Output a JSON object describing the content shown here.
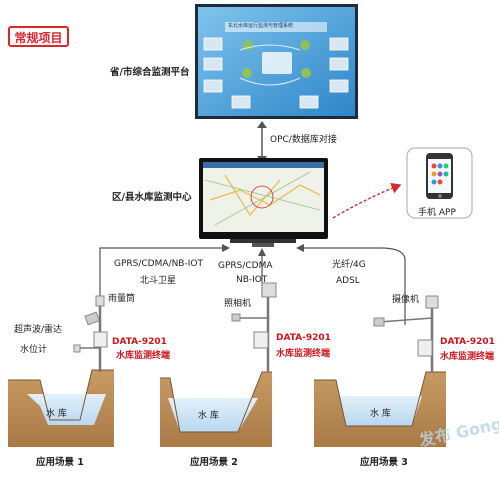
{
  "tag": "常规项目",
  "platform": {
    "label": "省/市综合监测平台",
    "screen_title": "东北水库运行监测与管理系统"
  },
  "link_top": "OPC/数据库对接",
  "center": {
    "label": "区/县水库监测中心"
  },
  "phone": {
    "label": "手机 APP"
  },
  "left_link": {
    "line1": "GPRS/CDMA/NB-IOT",
    "line2": "北斗卫星"
  },
  "mid_link": {
    "line1": "GPRS/CDMA",
    "line2": "NB-IOT"
  },
  "right_link": {
    "line1": "光纤/4G",
    "line2": "ADSL"
  },
  "sensors": {
    "rain": "雨量筒",
    "level1": "超声波/雷达",
    "level2": "水位计",
    "box": "照相机",
    "camera": "摄像机"
  },
  "terminal": {
    "model": "DATA-9201",
    "name": "水库监测终端"
  },
  "reservoir": "水 库",
  "scenes": [
    "应用场景 1",
    "应用场景 2",
    "应用场景 3"
  ],
  "watermark": "发布 Gongkong",
  "colors": {
    "accent": "#d9272e",
    "soil": "#b98a55",
    "water": "#cfe4f5"
  }
}
